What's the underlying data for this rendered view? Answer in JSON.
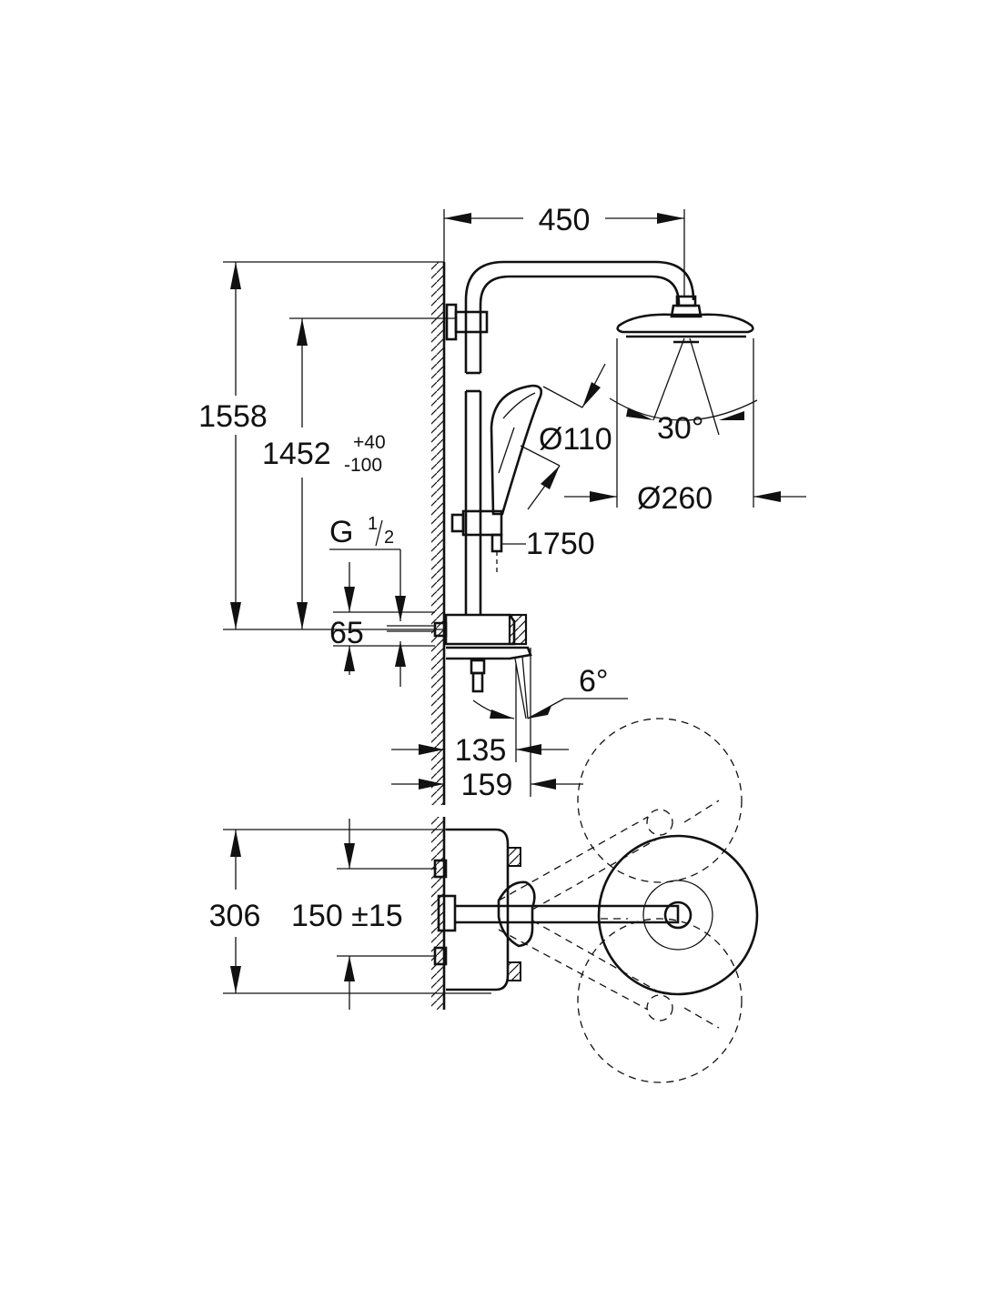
{
  "dimensions": {
    "width_450": "450",
    "height_1558": "1558",
    "height_1452": "1452",
    "tol_plus": "+40",
    "tol_minus": "-100",
    "dia_110": "Ø110",
    "dia_260": "Ø260",
    "angle_30": "30°",
    "hose_1750": "1750",
    "thread_g": "G",
    "thread_num": "1",
    "thread_den": "2",
    "dist_65": "65",
    "angle_6": "6°",
    "depth_135": "135",
    "depth_159": "159",
    "width_306": "306",
    "centers_150": "150 ±15"
  },
  "colors": {
    "line": "#111111",
    "background": "#ffffff"
  }
}
